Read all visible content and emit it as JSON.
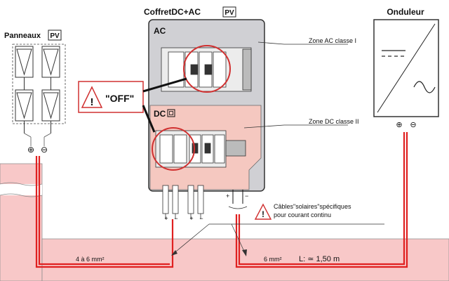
{
  "titles": {
    "panels": "Panneaux",
    "pv_tag": "PV",
    "box": "CoffretDC+AC",
    "inverter": "Onduleur"
  },
  "box": {
    "ac_label": "AC",
    "dc_label": "DC",
    "zone_ac": "Zone AC classe I",
    "zone_dc": "Zone DC classe II"
  },
  "warning": {
    "off_label": "\"OFF\"",
    "cable_note_line1": "Câbles\"solaires\"spécifiques",
    "cable_note_line2": "pour courant continu"
  },
  "polarity": {
    "plus": "+",
    "minus": "−",
    "plus_circle": "⊕",
    "minus_circle": "⊖"
  },
  "measures": {
    "section_panels": "4 à 6 mm²",
    "section_box": "6 mm²",
    "length": "L: ≃ 1,50 m"
  },
  "colors": {
    "wire": "#e02020",
    "wall": "#f8c8c8",
    "box_ac": "#d0d0d4",
    "box_dc": "#f5c8c0"
  }
}
